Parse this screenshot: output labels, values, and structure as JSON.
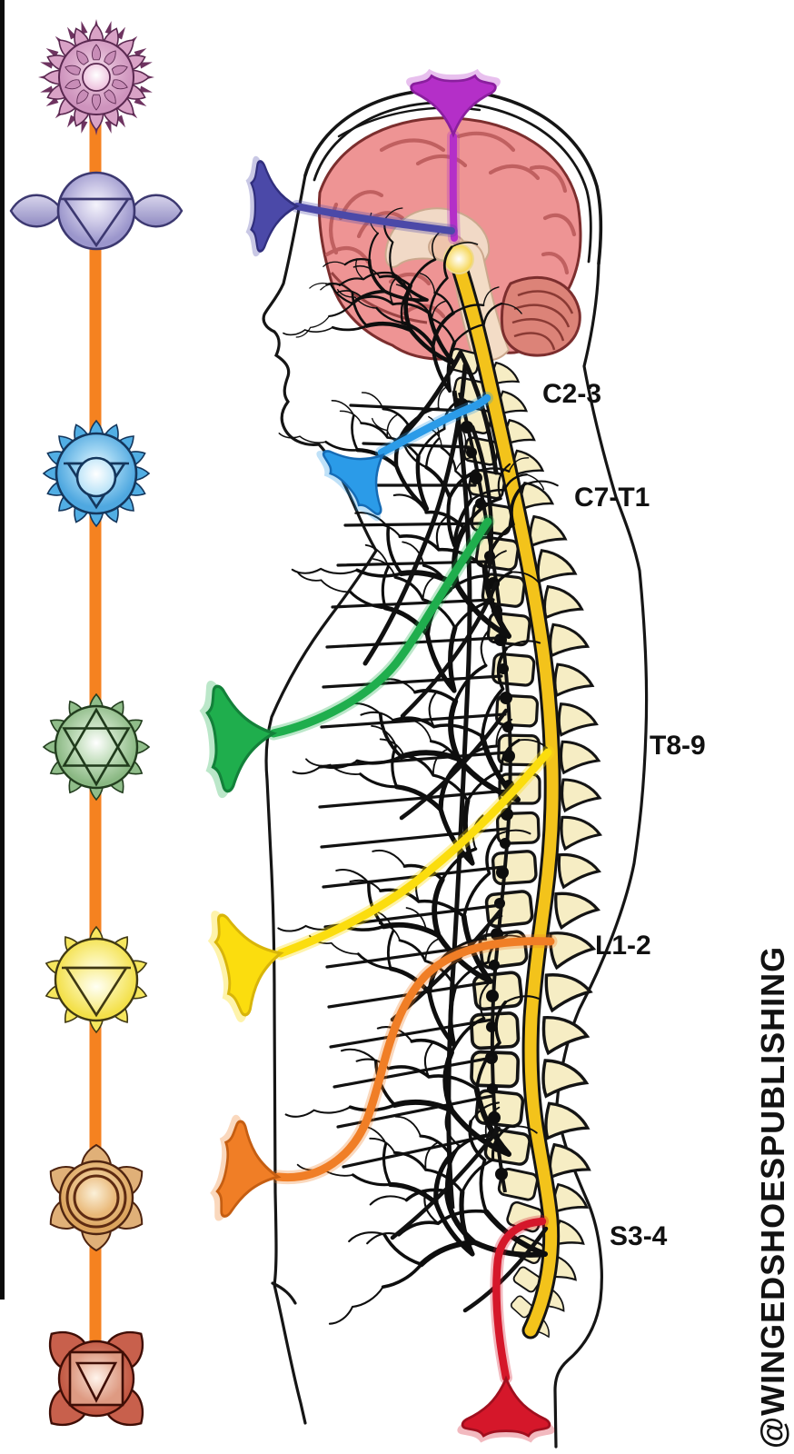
{
  "watermark": {
    "text": "@WINGEDSHOESPUBLISHING"
  },
  "chakra_column": {
    "connector_color": "#F58220",
    "chakras": [
      {
        "name": "crown-chakra",
        "color": "#CE8FB4"
      },
      {
        "name": "third-eye-chakra",
        "color": "#9A95C8"
      },
      {
        "name": "throat-chakra",
        "color": "#3FA9E8"
      },
      {
        "name": "heart-chakra",
        "color": "#7FB27A"
      },
      {
        "name": "solar-plexus-chakra",
        "color": "#F5E55A"
      },
      {
        "name": "sacral-chakra",
        "color": "#DCA96B"
      },
      {
        "name": "root-chakra",
        "color": "#C4513F"
      }
    ]
  },
  "anatomy": {
    "brain_color": "#EE9494",
    "spinal_cord_color": "#F3C31B",
    "vertebra_color": "#F6EDC4",
    "spinal_levels": [
      {
        "label": "C2-3",
        "color": "#2B9BE8"
      },
      {
        "label": "C7-T1",
        "color": "#1FAE4D"
      },
      {
        "label": "T8-9",
        "color": "#FBDD0E"
      },
      {
        "label": "L1-2",
        "color": "#F07E26"
      },
      {
        "label": "S3-4",
        "color": "#D5172A"
      }
    ],
    "head_connectors": [
      {
        "name": "crown-trumpet",
        "color": "#B42FC8"
      },
      {
        "name": "third-eye-trumpet",
        "color": "#4B49A8"
      }
    ]
  }
}
